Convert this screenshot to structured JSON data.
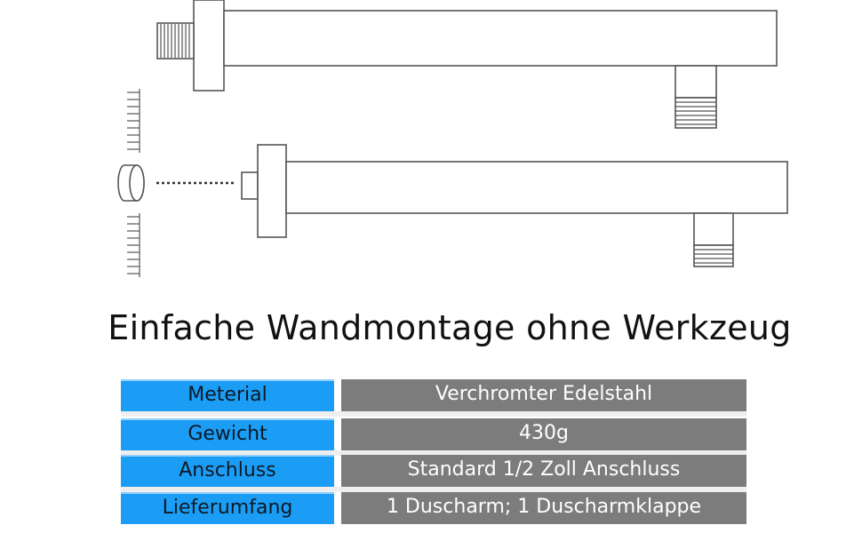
{
  "heading": "Einfache Wandmontage ohne Werkzeug",
  "specs": [
    {
      "label": "Meterial",
      "value": "Verchromter Edelstahl"
    },
    {
      "label": "Gewicht",
      "value": "430g"
    },
    {
      "label": "Anschluss",
      "value": "Standard 1/2 Zoll Anschluss"
    },
    {
      "label": "Lieferumfang",
      "value": "1 Duscharm; 1 Duscharmklappe"
    }
  ],
  "colors": {
    "label_background": "#1b9df5",
    "value_background": "#7c7c7c",
    "line_art": "#555555"
  },
  "icons": [
    "shower-arm-wall-mounted-drawing",
    "shower-arm-exploded-drawing",
    "wall-cover-cap-icon",
    "wall-hatching-icon"
  ]
}
